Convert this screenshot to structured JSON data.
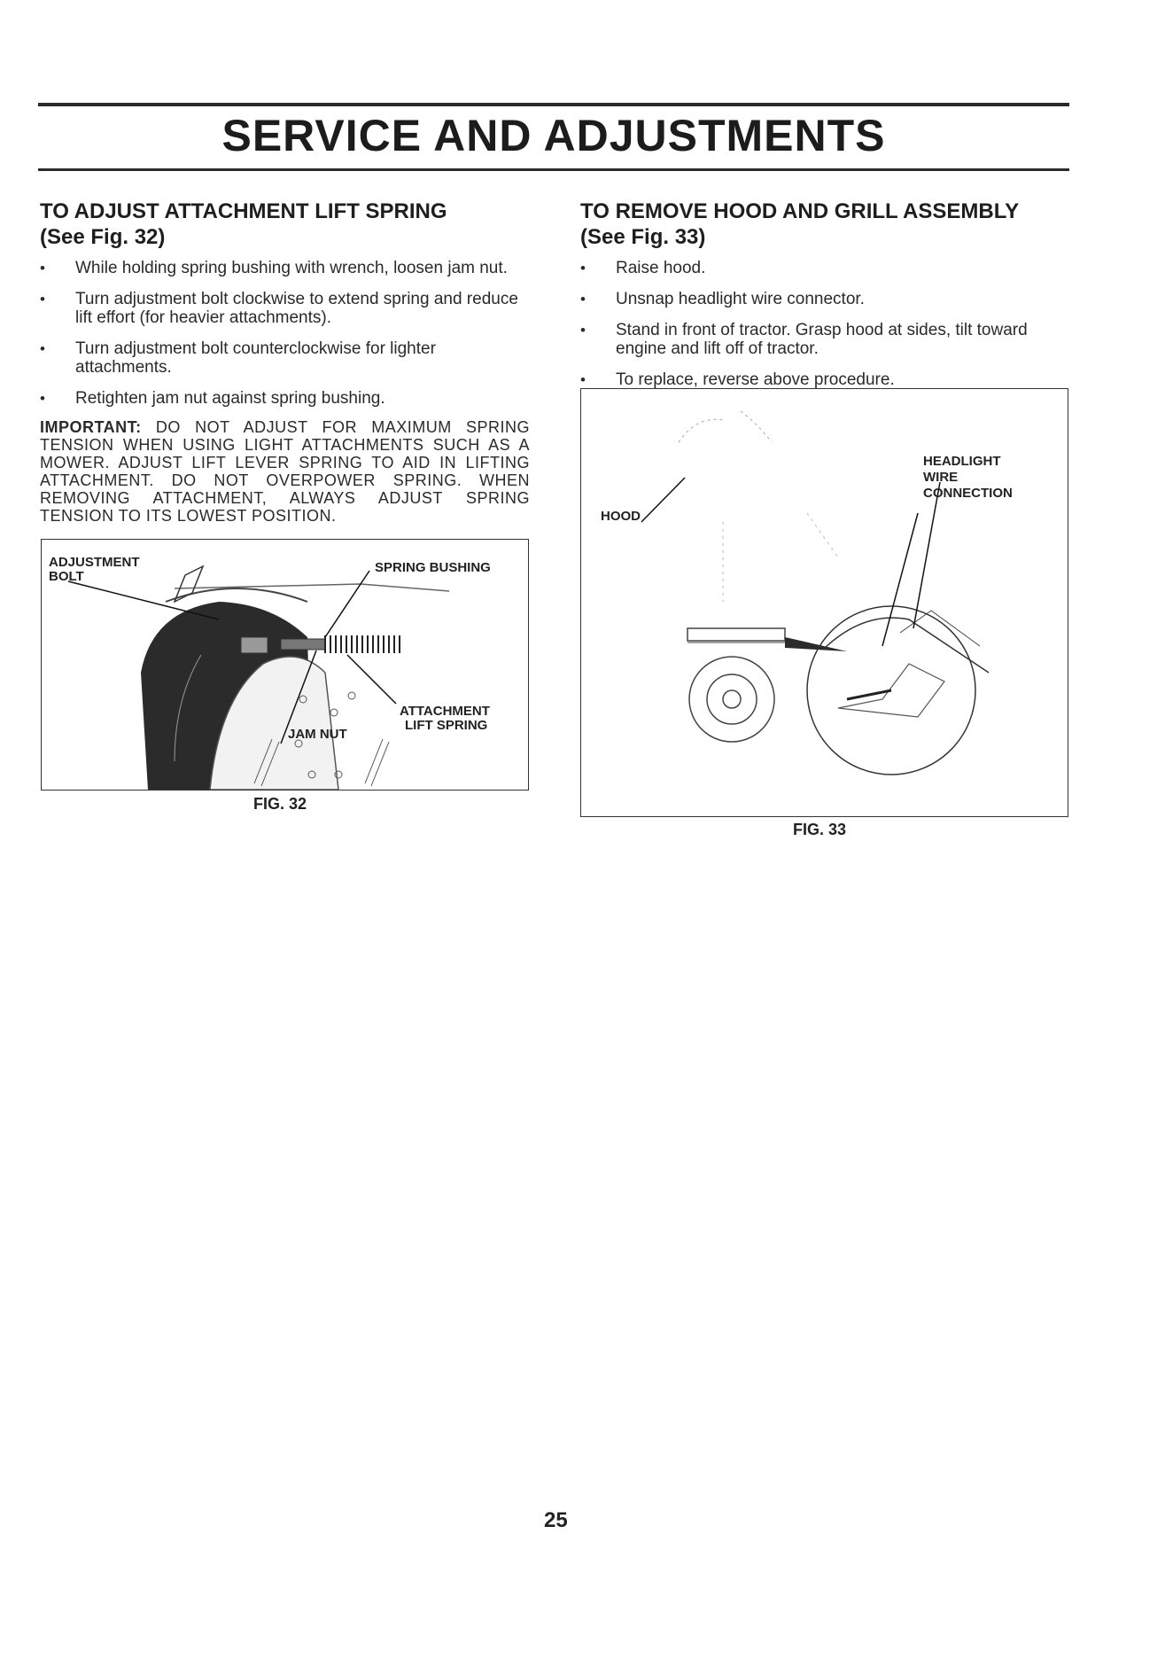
{
  "header": {
    "title": "SERVICE AND ADJUSTMENTS"
  },
  "left": {
    "heading_line1": "TO ADJUST ATTACHMENT LIFT SPRING",
    "heading_line2": "(See Fig. 32)",
    "steps": [
      "While holding spring bushing with wrench, loosen jam nut.",
      "Turn adjustment bolt clockwise to extend spring and reduce lift effort (for heavier attachments).",
      "Turn adjustment bolt counterclockwise for lighter attachments.",
      "Retighten jam nut against spring bushing."
    ],
    "important_label": "IMPORTANT:",
    "important_text": "DO NOT ADJUST FOR MAXIMUM SPRING TENSION WHEN USING LIGHT ATTACHMENTS SUCH AS A MOWER. ADJUST LIFT LEVER SPRING TO AID IN LIFTING ATTACHMENT. DO NOT OVERPOWER SPRING. WHEN REMOVING ATTACHMENT, ALWAYS ADJUST SPRING TENSION TO ITS LOWEST POSITION.",
    "figure": {
      "labels": {
        "adjustment": "ADJUSTMENT",
        "bolt": "BOLT",
        "spring_bushing": "SPRING BUSHING",
        "attachment": "ATTACHMENT",
        "lift_spring": "LIFT SPRING",
        "jam_nut": "JAM NUT"
      },
      "caption": "FIG. 32"
    }
  },
  "right": {
    "heading_line1": "TO REMOVE HOOD AND GRILL ASSEMBLY",
    "heading_line2": "(See Fig. 33)",
    "steps": [
      "Raise hood.",
      "Unsnap headlight wire connector.",
      "Stand in front of tractor. Grasp hood at sides, tilt toward engine and lift off of tractor.",
      "To replace, reverse above procedure."
    ],
    "figure": {
      "labels": {
        "hood": "HOOD",
        "headlight": "HEADLIGHT",
        "wire": "WIRE",
        "connection": "CONNECTION"
      },
      "caption": "FIG. 33"
    }
  },
  "footer": {
    "page_number": "25"
  }
}
